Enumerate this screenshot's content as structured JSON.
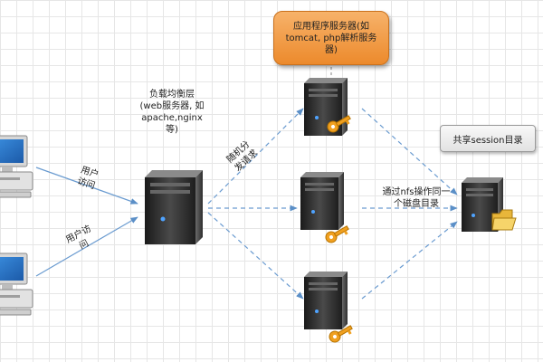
{
  "lb_label": "负载均衡层\n(web服务器, 如\napache,nginx\n等)",
  "app_box": "应用程序服务器(如\ntomcat, php解析服务\n器)",
  "session_box": "共享session目录",
  "user_access_1": "用户\n访问",
  "user_access_2": "用户访\n问",
  "distribute_label": "随机分\n发请求",
  "nfs_label": "通过nfs操作同一\n个磁盘目录",
  "icons": [
    "desktop-computer-icon",
    "server-tower-icon",
    "key-icon",
    "folder-icon"
  ],
  "colors": {
    "app_box": "#ec8a2c",
    "arrow": "#5b8fc7",
    "server": "#2b2b2b",
    "key": "#f0a020"
  }
}
